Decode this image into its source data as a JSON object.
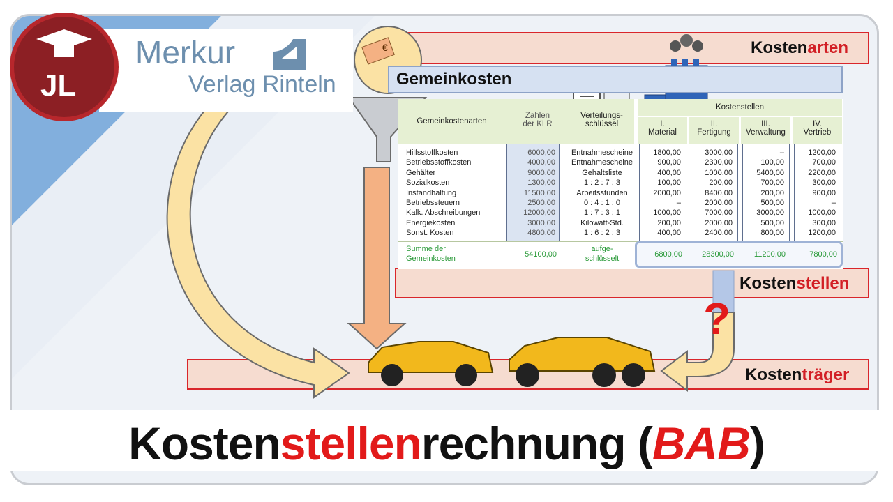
{
  "logo": {
    "brand_line1": "Merkur",
    "brand_line2": "Verlag Rinteln",
    "badge_text": "JL"
  },
  "bands": {
    "kostenarten": {
      "plain": "Kosten",
      "highlight": "arten"
    },
    "kostenstellen": {
      "plain": "Kosten",
      "highlight": "stellen"
    },
    "kostentraeger": {
      "plain": "Kosten",
      "highlight": "träger"
    }
  },
  "gemeinkosten_label": "Gemeinkosten",
  "question_mark": "?",
  "euro_sign": "€",
  "table": {
    "header_gemeinkostenarten": "Gemeinkostenarten",
    "header_zahlen": [
      "Zahlen",
      "der KLR"
    ],
    "header_verteilung": [
      "Verteilungs-",
      "schlüssel"
    ],
    "header_kostenstellen": "Kostenstellen",
    "cost_centers": [
      {
        "num": "I.",
        "name": "Material"
      },
      {
        "num": "II.",
        "name": "Fertigung"
      },
      {
        "num": "III.",
        "name": "Verwaltung"
      },
      {
        "num": "IV.",
        "name": "Vertrieb"
      }
    ],
    "rows": [
      {
        "art": "Hilfsstoffkosten",
        "klr": "6000,00",
        "key": "Entnahmescheine",
        "m": "1800,00",
        "f": "3000,00",
        "vw": "–",
        "vt": "1200,00"
      },
      {
        "art": "Betriebsstoffkosten",
        "klr": "4000,00",
        "key": "Entnahmescheine",
        "m": "900,00",
        "f": "2300,00",
        "vw": "100,00",
        "vt": "700,00"
      },
      {
        "art": "Gehälter",
        "klr": "9000,00",
        "key": "Gehaltsliste",
        "m": "400,00",
        "f": "1000,00",
        "vw": "5400,00",
        "vt": "2200,00"
      },
      {
        "art": "Sozialkosten",
        "klr": "1300,00",
        "key": "1 : 2 : 7 : 3",
        "m": "100,00",
        "f": "200,00",
        "vw": "700,00",
        "vt": "300,00"
      },
      {
        "art": "Instandhaltung",
        "klr": "11500,00",
        "key": "Arbeitsstunden",
        "m": "2000,00",
        "f": "8400,00",
        "vw": "200,00",
        "vt": "900,00"
      },
      {
        "art": "Betriebssteuern",
        "klr": "2500,00",
        "key": "0 : 4 : 1 : 0",
        "m": "–",
        "f": "2000,00",
        "vw": "500,00",
        "vt": "–"
      },
      {
        "art": "Kalk. Abschreibungen",
        "klr": "12000,00",
        "key": "1 : 7 : 3 : 1",
        "m": "1000,00",
        "f": "7000,00",
        "vw": "3000,00",
        "vt": "1000,00"
      },
      {
        "art": "Energiekosten",
        "klr": "3000,00",
        "key": "Kilowatt-Std.",
        "m": "200,00",
        "f": "2000,00",
        "vw": "500,00",
        "vt": "300,00"
      },
      {
        "art": "Sonst. Kosten",
        "klr": "4800,00",
        "key": "1 : 6 : 2 : 3",
        "m": "400,00",
        "f": "2400,00",
        "vw": "800,00",
        "vt": "1200,00"
      }
    ],
    "sum_label": [
      "Summe der",
      "Gemeinkosten"
    ],
    "sum_klr": "54100,00",
    "sum_key": [
      "aufge-",
      "schlüsselt"
    ],
    "sum_values": [
      "6800,00",
      "28300,00",
      "11200,00",
      "7800,00"
    ]
  },
  "title": {
    "part1": "Kosten",
    "part2": "stellen",
    "part3": "rechnung (",
    "part4": "BAB",
    "part5": ")"
  },
  "colors": {
    "red": "#d21f25",
    "band_fill": "#f6dcd0",
    "table_header": "#e6f0d3",
    "sum_green": "#2a9a39",
    "brand_blue": "#6d8fae"
  }
}
